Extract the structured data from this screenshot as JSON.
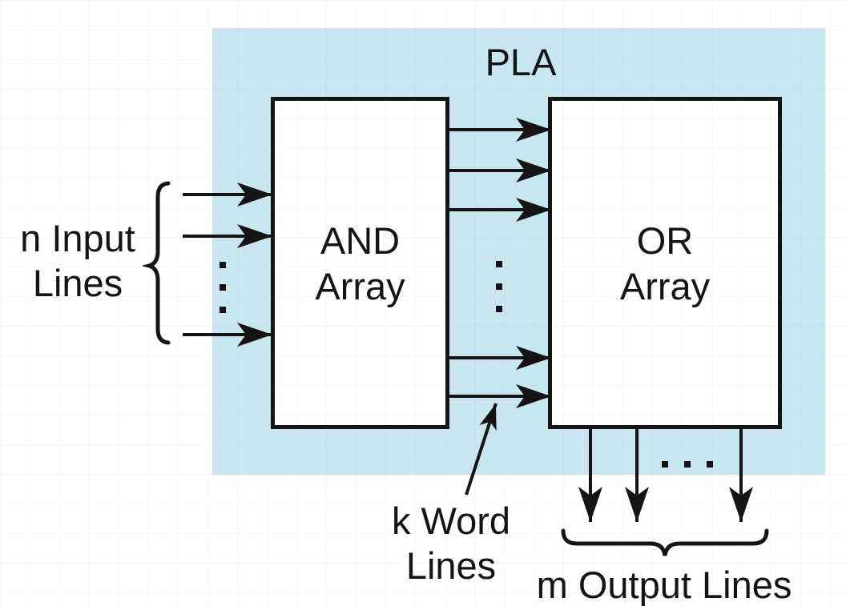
{
  "title": "PLA",
  "blocks": {
    "and_array": {
      "line1": "AND",
      "line2": "Array"
    },
    "or_array": {
      "line1": "OR",
      "line2": "Array"
    }
  },
  "labels": {
    "input_lines": {
      "line1": "n Input",
      "line2": "Lines"
    },
    "word_lines": {
      "line1": "k Word",
      "line2": "Lines"
    },
    "output_lines": "m Output Lines"
  },
  "structure": {
    "input_arrow_count": 3,
    "word_line_arrow_count": 5,
    "output_arrow_count": 3,
    "ellipsis_dot_count": 3
  },
  "colors": {
    "pla_background": "#c7e6ee",
    "line_color": "#141414",
    "box_fill": "#ffffff",
    "page_background": "#ffffff"
  }
}
